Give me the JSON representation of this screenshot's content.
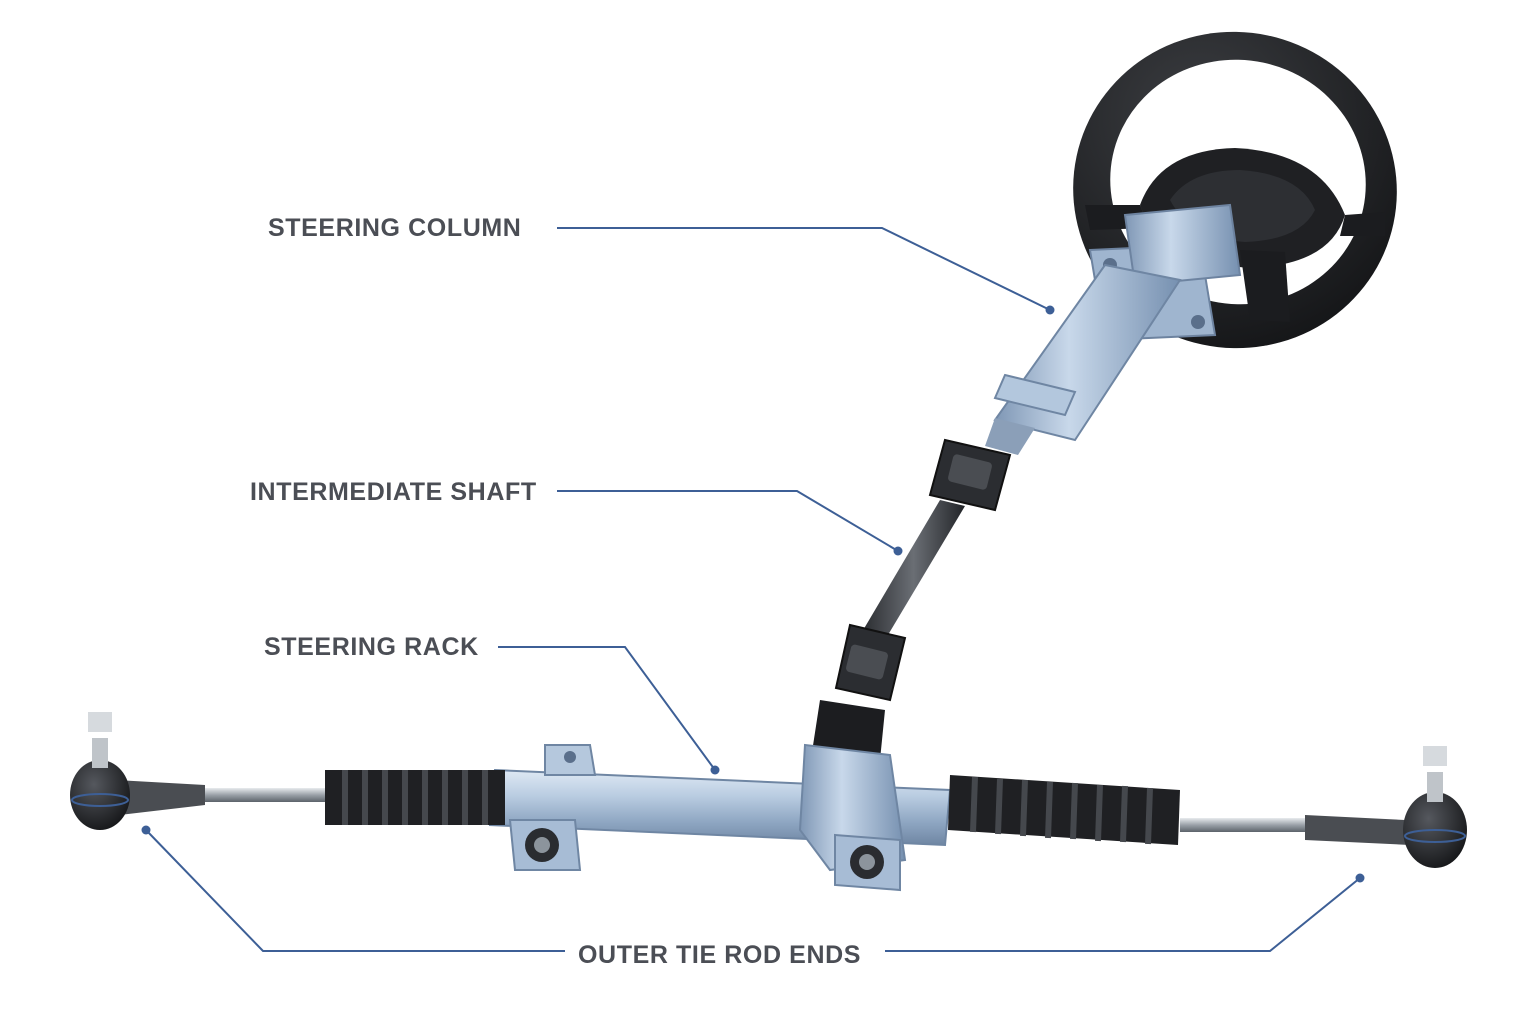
{
  "callouts": {
    "steering_column": "STEERING COLUMN",
    "intermediate_shaft": "INTERMEDIATE SHAFT",
    "steering_rack": "STEERING RACK",
    "outer_tie_rod_ends": "OUTER TIE ROD ENDS"
  },
  "colors": {
    "leader_line": "#3d5f96",
    "label_text": "#4b4e55",
    "housing_metal": "#a9bfd8",
    "rubber_black": "#1e1f22",
    "background": "#ffffff"
  }
}
